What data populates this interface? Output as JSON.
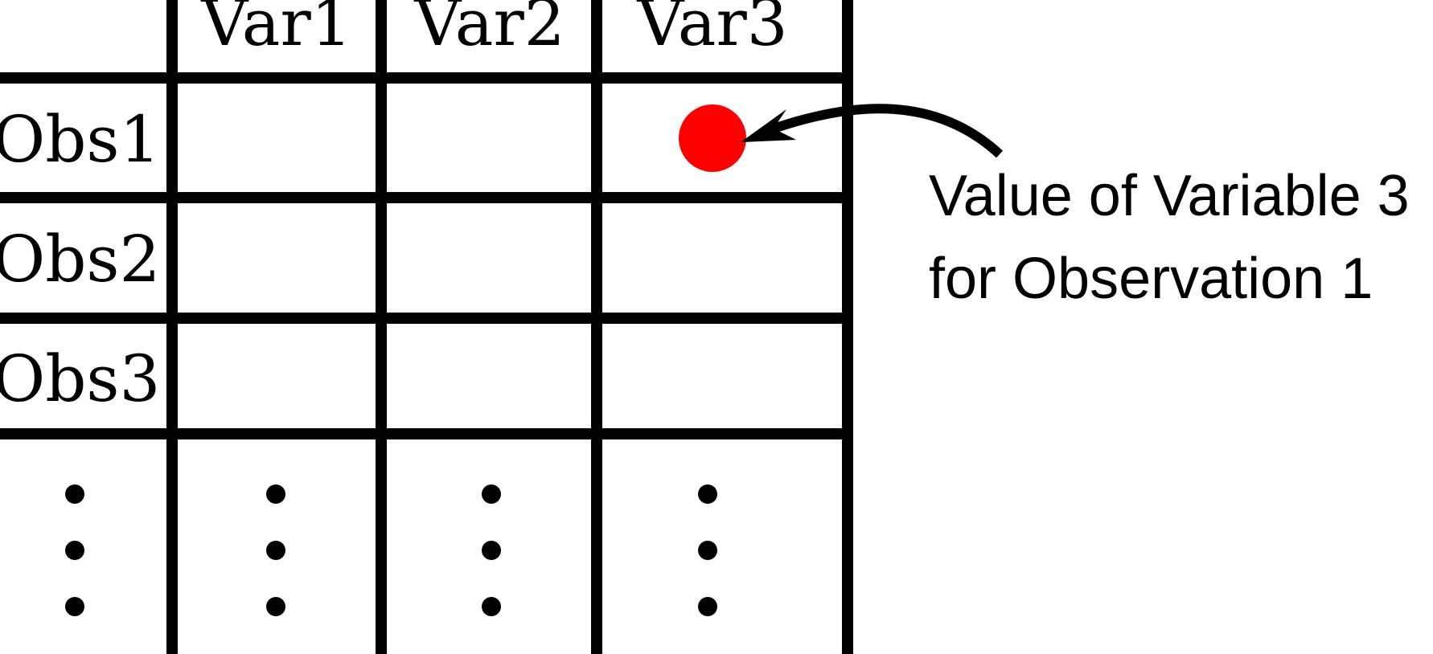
{
  "table": {
    "column_headers": [
      "Var1",
      "Var2",
      "Var3"
    ],
    "row_headers": [
      "Obs1",
      "Obs2",
      "Obs3"
    ],
    "continuation": "⋮"
  },
  "highlight": {
    "row": "Obs1",
    "column": "Var3",
    "color": "#ff0000"
  },
  "annotation": {
    "line1": "Value of Variable 3",
    "line2": "for Observation 1"
  },
  "colors": {
    "lines": "#000000",
    "background": "#ffffff",
    "highlight": "#ff0000"
  }
}
